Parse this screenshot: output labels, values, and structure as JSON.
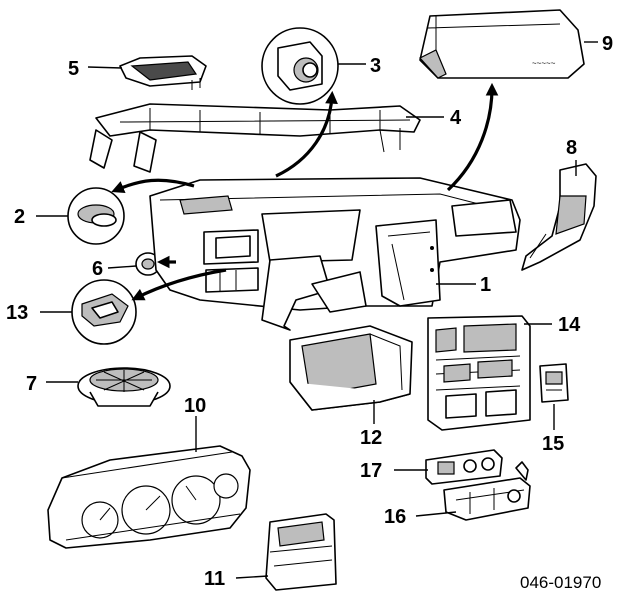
{
  "diagram_code": "046-01970",
  "callouts": [
    {
      "id": "1",
      "label": "1"
    },
    {
      "id": "2",
      "label": "2"
    },
    {
      "id": "3",
      "label": "3"
    },
    {
      "id": "4",
      "label": "4"
    },
    {
      "id": "5",
      "label": "5"
    },
    {
      "id": "6",
      "label": "6"
    },
    {
      "id": "7",
      "label": "7"
    },
    {
      "id": "8",
      "label": "8"
    },
    {
      "id": "9",
      "label": "9"
    },
    {
      "id": "10",
      "label": "10"
    },
    {
      "id": "11",
      "label": "11"
    },
    {
      "id": "12",
      "label": "12"
    },
    {
      "id": "13",
      "label": "13"
    },
    {
      "id": "14",
      "label": "14"
    },
    {
      "id": "15",
      "label": "15"
    },
    {
      "id": "16",
      "label": "16"
    },
    {
      "id": "17",
      "label": "17"
    }
  ]
}
